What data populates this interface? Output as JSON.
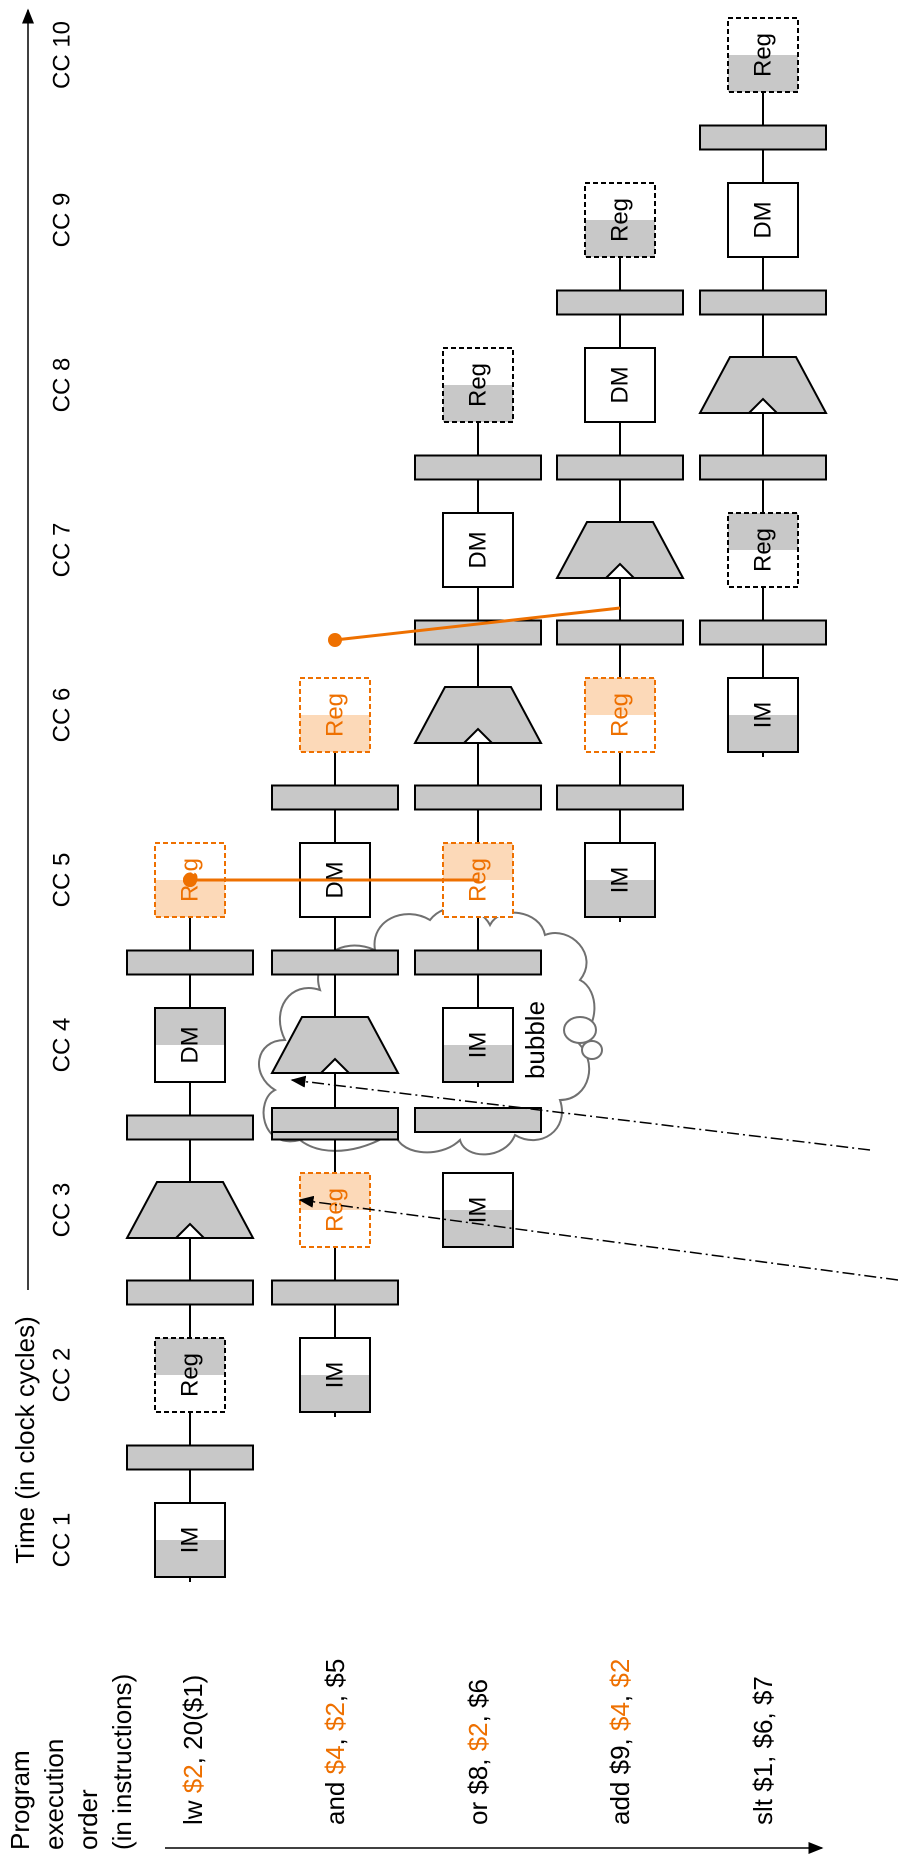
{
  "time_axis_label": "Time (in clock cycles)",
  "order_axis_label": [
    "Program",
    "execution",
    "order",
    "(in instructions)"
  ],
  "clock_cycles": [
    "CC 1",
    "CC 2",
    "CC 3",
    "CC 4",
    "CC 5",
    "CC 6",
    "CC 7",
    "CC 8",
    "CC 9",
    "CC 10"
  ],
  "instructions": [
    {
      "parts": [
        {
          "text": "lw ",
          "hl": false
        },
        {
          "text": "$2",
          "hl": true
        },
        {
          "text": ", 20($1)",
          "hl": false
        }
      ]
    },
    {
      "parts": [
        {
          "text": "and ",
          "hl": false
        },
        {
          "text": "$4",
          "hl": true
        },
        {
          "text": ", ",
          "hl": false
        },
        {
          "text": "$2",
          "hl": true
        },
        {
          "text": ", $5",
          "hl": false
        }
      ]
    },
    {
      "parts": [
        {
          "text": "or $8, ",
          "hl": false
        },
        {
          "text": "$2",
          "hl": true
        },
        {
          "text": ", $6",
          "hl": false
        }
      ]
    },
    {
      "parts": [
        {
          "text": "add $9, ",
          "hl": false
        },
        {
          "text": "$4",
          "hl": true
        },
        {
          "text": ", ",
          "hl": false
        },
        {
          "text": "$2",
          "hl": true
        }
      ]
    },
    {
      "parts": [
        {
          "text": "slt $1, $6, $7",
          "hl": false
        }
      ]
    }
  ],
  "stage_labels": {
    "im": "IM",
    "reg": "Reg",
    "dm": "DM"
  },
  "bubble_label": "bubble",
  "colors": {
    "highlight": "#EE7000",
    "highlight_fill": "#FCD9B8",
    "stage_gray": "#C8C8C8",
    "line": "#000000",
    "cloud": "#707070"
  }
}
